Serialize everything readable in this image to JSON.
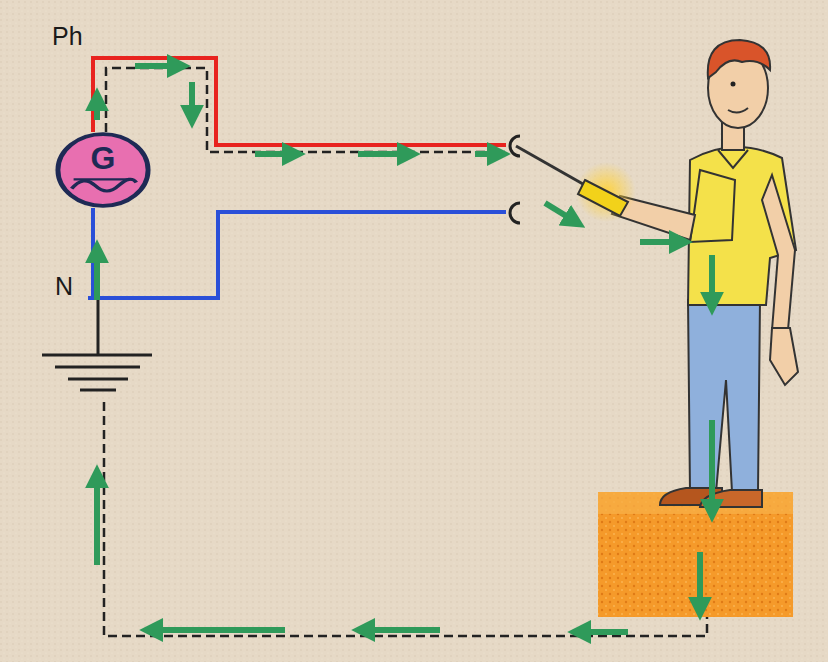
{
  "diagram": {
    "nodes": [
      {
        "text": [
          "G"
        ]
      }
    ],
    "labels": [
      "Ph",
      "N"
    ]
  }
}
